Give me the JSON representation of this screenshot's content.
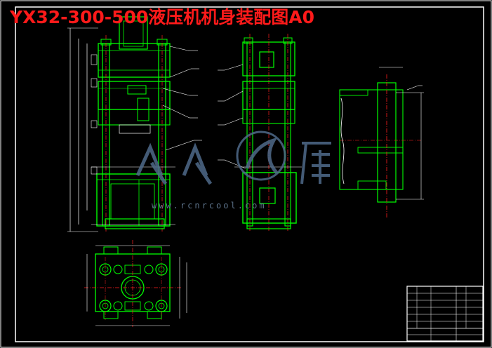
{
  "drawing": {
    "title": "YX32-300-500液压机机身装配图A0"
  },
  "watermark": {
    "text": "www.rcnrcool.com",
    "logo_name": "people-library-logo"
  },
  "colors": {
    "background": "#000000",
    "title": "#ff1a1a",
    "outline": "#ffffff",
    "part_lines": "#00ff00",
    "center_lines": "#ff2020",
    "dimensions": "#ffffff",
    "watermark": "#5a6f86"
  },
  "views": {
    "front": "front-elevation-view",
    "side": "side-elevation-view",
    "top": "plan-view",
    "detail": "column-section-detail",
    "title_block": "title-block"
  }
}
